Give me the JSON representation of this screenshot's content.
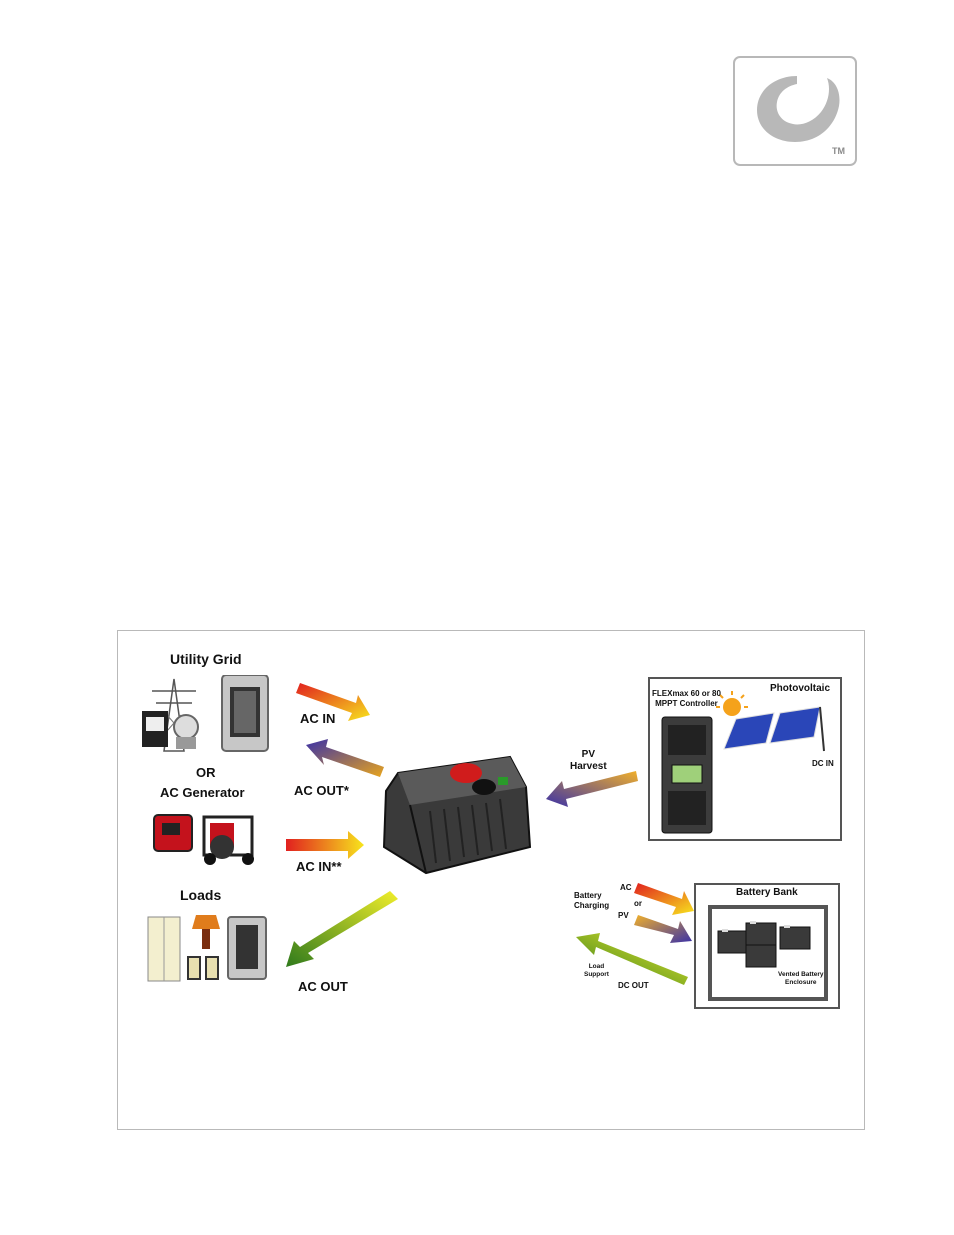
{
  "logo": {
    "trademark": "TM"
  },
  "diagram": {
    "utility_grid": "Utility Grid",
    "or": "OR",
    "ac_generator": "AC Generator",
    "loads": "Loads",
    "ac_in": "AC IN",
    "ac_out_star": "AC OUT*",
    "ac_in_star2": "AC IN**",
    "ac_out": "AC OUT",
    "pv_harvest": "PV\nHarvest",
    "controller": "FLEXmax 60 or 80\nMPPT Controller",
    "photovoltaic": "Photovoltaic",
    "dc_in": "DC IN",
    "battery_bank": "Battery Bank",
    "battery_charging": "Battery\nCharging",
    "ac_small": "AC",
    "or_small": "or",
    "pv_small": "PV",
    "load_support": "Load\nSupport",
    "dc_out": "DC OUT",
    "vented_enclosure": "Vented Battery\nEnclosure"
  },
  "colors": {
    "frame_border": "#b9b9b9",
    "logo_gray": "#b8b8b8"
  }
}
